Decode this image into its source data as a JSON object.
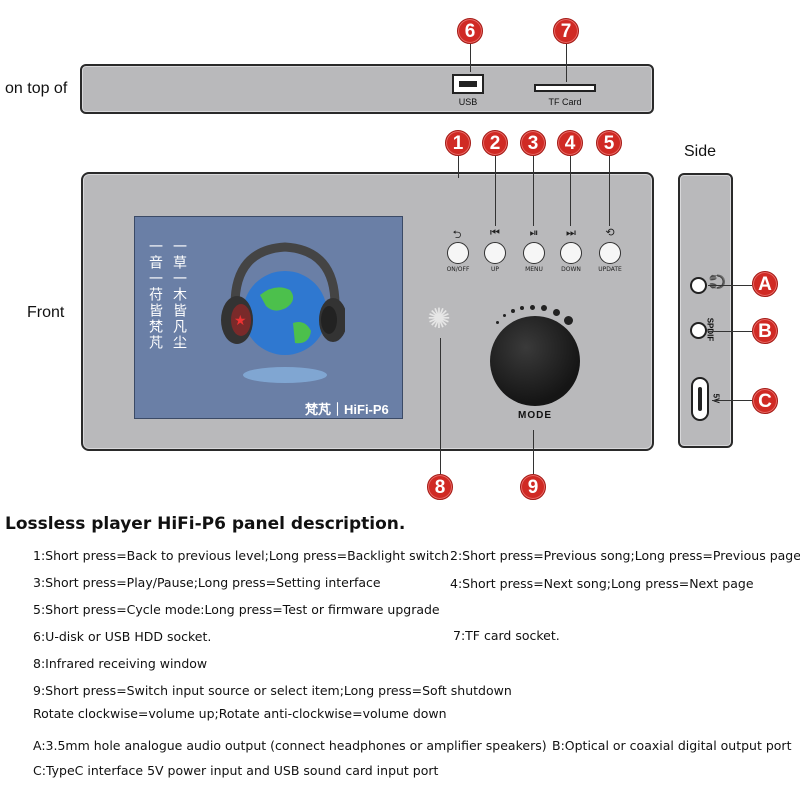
{
  "labels": {
    "on_top_of": "on top of",
    "front": "Front",
    "side": "Side"
  },
  "badges": {
    "b1": "1",
    "b2": "2",
    "b3": "3",
    "b4": "4",
    "b5": "5",
    "b6": "6",
    "b7": "7",
    "b8": "8",
    "b9": "9",
    "bA": "A",
    "bB": "B",
    "bC": "C"
  },
  "top_panel": {
    "usb": "USB",
    "tf_card": "TF Card"
  },
  "buttons": [
    {
      "icon": "back-arrow-icon",
      "glyph": "⮌",
      "caption": "ON/OFF"
    },
    {
      "icon": "previous-track-icon",
      "glyph": "⏮",
      "caption": "UP"
    },
    {
      "icon": "play-pause-icon",
      "glyph": "⏯",
      "caption": "MENU"
    },
    {
      "icon": "next-track-icon",
      "glyph": "⏭",
      "caption": "DOWN"
    },
    {
      "icon": "cycle-icon",
      "glyph": "⟲",
      "caption": "UPDATE"
    }
  ],
  "screen": {
    "col1": "一音一苻皆梵芃",
    "col2": "一草一木皆凡尘",
    "brand": "梵芃｜HiFi-P6"
  },
  "knob_label": "MODE",
  "side_panel": {
    "spdif": "SPDIF",
    "fivev": "5V"
  },
  "colors": {
    "badge_red": "#d02a24",
    "panel_gray": "#b9b9bb",
    "screen_blue": "#6a7fa6"
  },
  "description": {
    "title": "Lossless player HiFi-P6 panel description.",
    "d1": "1:Short press=Back to previous level;Long press=Backlight switch",
    "d2": "2:Short press=Previous song;Long press=Previous page",
    "d3": "3:Short press=Play/Pause;Long press=Setting interface",
    "d4": "4:Short press=Next song;Long press=Next page",
    "d5": "5:Short press=Cycle mode:Long press=Test or firmware upgrade",
    "d6": "6:U-disk or USB HDD socket.",
    "d7": "7:TF card socket.",
    "d8": "8:Infrared receiving window",
    "d9": "9:Short press=Switch input source or select item;Long press=Soft shutdown",
    "d9b": "Rotate clockwise=volume up;Rotate anti-clockwise=volume down",
    "dA": "A:3.5mm hole analogue audio output (connect headphones or amplifier speakers)",
    "dB": "B:Optical or coaxial digital output port",
    "dC": "C:TypeC interface 5V power input and USB sound card input port"
  }
}
